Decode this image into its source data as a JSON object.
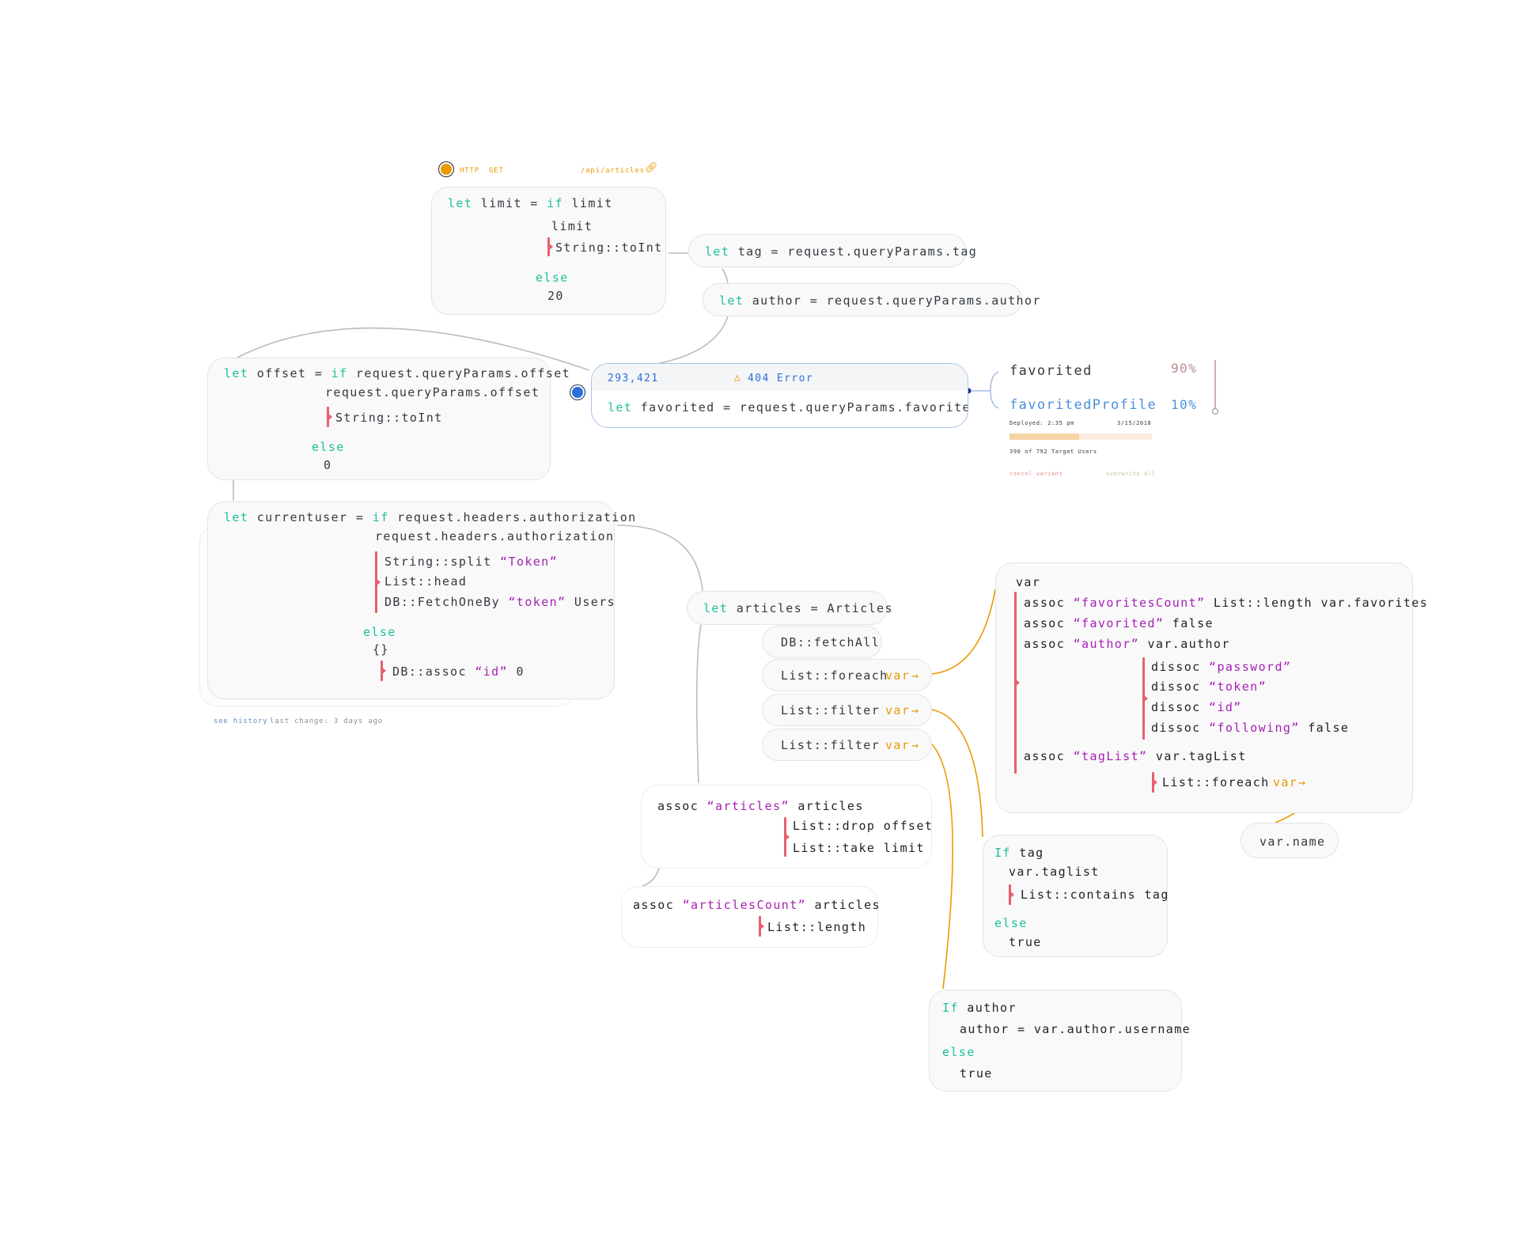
{
  "header": {
    "http_label": "HTTP",
    "method": "GET",
    "route": "/api/articles",
    "link_icon": "link-icon",
    "colors": {
      "accent": "#ea9a00",
      "keyword": "#1bbf9b",
      "string": "#a61fb3",
      "pipe": "#e8606c",
      "selected": "#2d6fd8"
    }
  },
  "limit_block": {
    "l1": "let limit = if limit",
    "l2": "limit",
    "l3": "String::toInt",
    "l4": "else",
    "l5": "20"
  },
  "tag_block": {
    "text": "let tag = request.queryParams.tag"
  },
  "author_block": {
    "text": "let author = request.queryParams.author"
  },
  "offset_block": {
    "l1": "let offset = if request.queryParams.offset",
    "l2": "request.queryParams.offset",
    "l3": "String::toInt",
    "l4": "else",
    "l5": "0"
  },
  "favorited_block": {
    "value": "293,421",
    "error_icon": "warning-icon",
    "error": "404 Error",
    "text": "let favorited = request.queryParams.favorited"
  },
  "variants": {
    "a_name": "favorited",
    "a_pct": "90%",
    "b_name": "favoritedProfile",
    "b_pct": "10%",
    "deployed": "Deployed: 2:35 pm",
    "date": "3/15/2018",
    "progress": 0.49,
    "users": "390 of 792 Target Users",
    "cancel": "cancel variant",
    "overwrite": "overwrite all"
  },
  "currentuser_block": {
    "l1": "let currentuser = if request.headers.authorization",
    "l2": "request.headers.authorization",
    "l3a": "String::split ",
    "l3b": "“Token”",
    "l4": "List::head",
    "l5a": "DB::FetchOneBy ",
    "l5b": "“token”",
    "l5c": " Users",
    "l6": "else",
    "l7": "{}",
    "l8a": "DB::assoc ",
    "l8b": "“id”",
    "l8c": " 0",
    "history": "see history",
    "last_change": "last change: 3 days ago"
  },
  "articles_block": {
    "let": "let articles = Articles",
    "fetch": "DB::fetchAll",
    "foreach": "List::foreach",
    "filter1": "List::filter",
    "filter2": "List::filter",
    "var_label": "var",
    "arrow_icon": "arrow-right-icon"
  },
  "assoc_articles": {
    "l1a": "assoc ",
    "l1b": "“articles”",
    "l1c": " articles",
    "l2": "List::drop offset",
    "l3": "List::take limit"
  },
  "assoc_count": {
    "l1a": "assoc ",
    "l1b": "“articlesCount”",
    "l1c": " articles",
    "l2": "List::length"
  },
  "var_block": {
    "l0": "var",
    "l1a": "assoc ",
    "l1b": "“favoritesCount”",
    "l1c": " List::length var.favorites",
    "l2a": "assoc ",
    "l2b": "“favorited”",
    "l2c": " false",
    "l3a": "assoc ",
    "l3b": "“author”",
    "l3c": " var.author",
    "l4a": "dissoc ",
    "l4b": "“password”",
    "l5a": "dissoc ",
    "l5b": "“token”",
    "l6a": "dissoc ",
    "l6b": "“id”",
    "l7a": "dissoc ",
    "l7b": "“following”",
    "l7c": " false",
    "l8a": "assoc ",
    "l8b": "“tagList”",
    "l8c": " var.tagList",
    "l9": "List::foreach",
    "var_label": "var"
  },
  "varname_block": {
    "text": "var.name"
  },
  "tag_filter": {
    "l1a": "If",
    "l1b": " tag",
    "l2": "var.taglist",
    "l3": "List::contains tag",
    "l4": "else",
    "l5": "true"
  },
  "author_filter": {
    "l1a": "If",
    "l1b": " author",
    "l2": "author = var.author.username",
    "l3": "else",
    "l4": "true"
  }
}
